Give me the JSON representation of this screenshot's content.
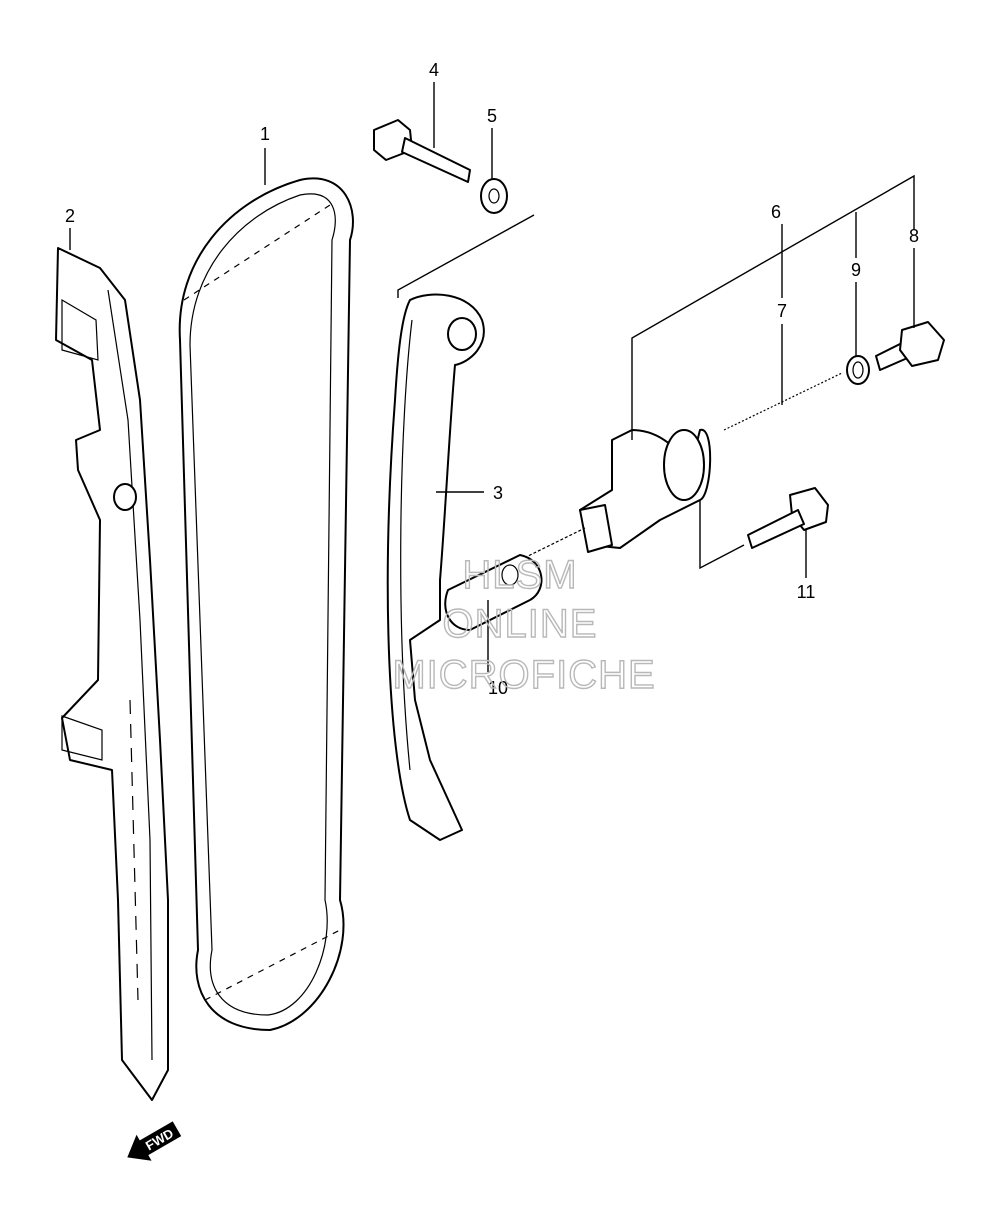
{
  "callouts": [
    "1",
    "2",
    "3",
    "4",
    "5",
    "6",
    "7",
    "8",
    "9",
    "10",
    "11"
  ],
  "watermark": {
    "line1": "HLSM",
    "line2": "ONLINE",
    "line3": "MICROFICHE"
  },
  "fwd_label": "FWD",
  "colors": {
    "ink": "#000000",
    "paper": "#ffffff",
    "watermark": "#b8b8b8"
  }
}
